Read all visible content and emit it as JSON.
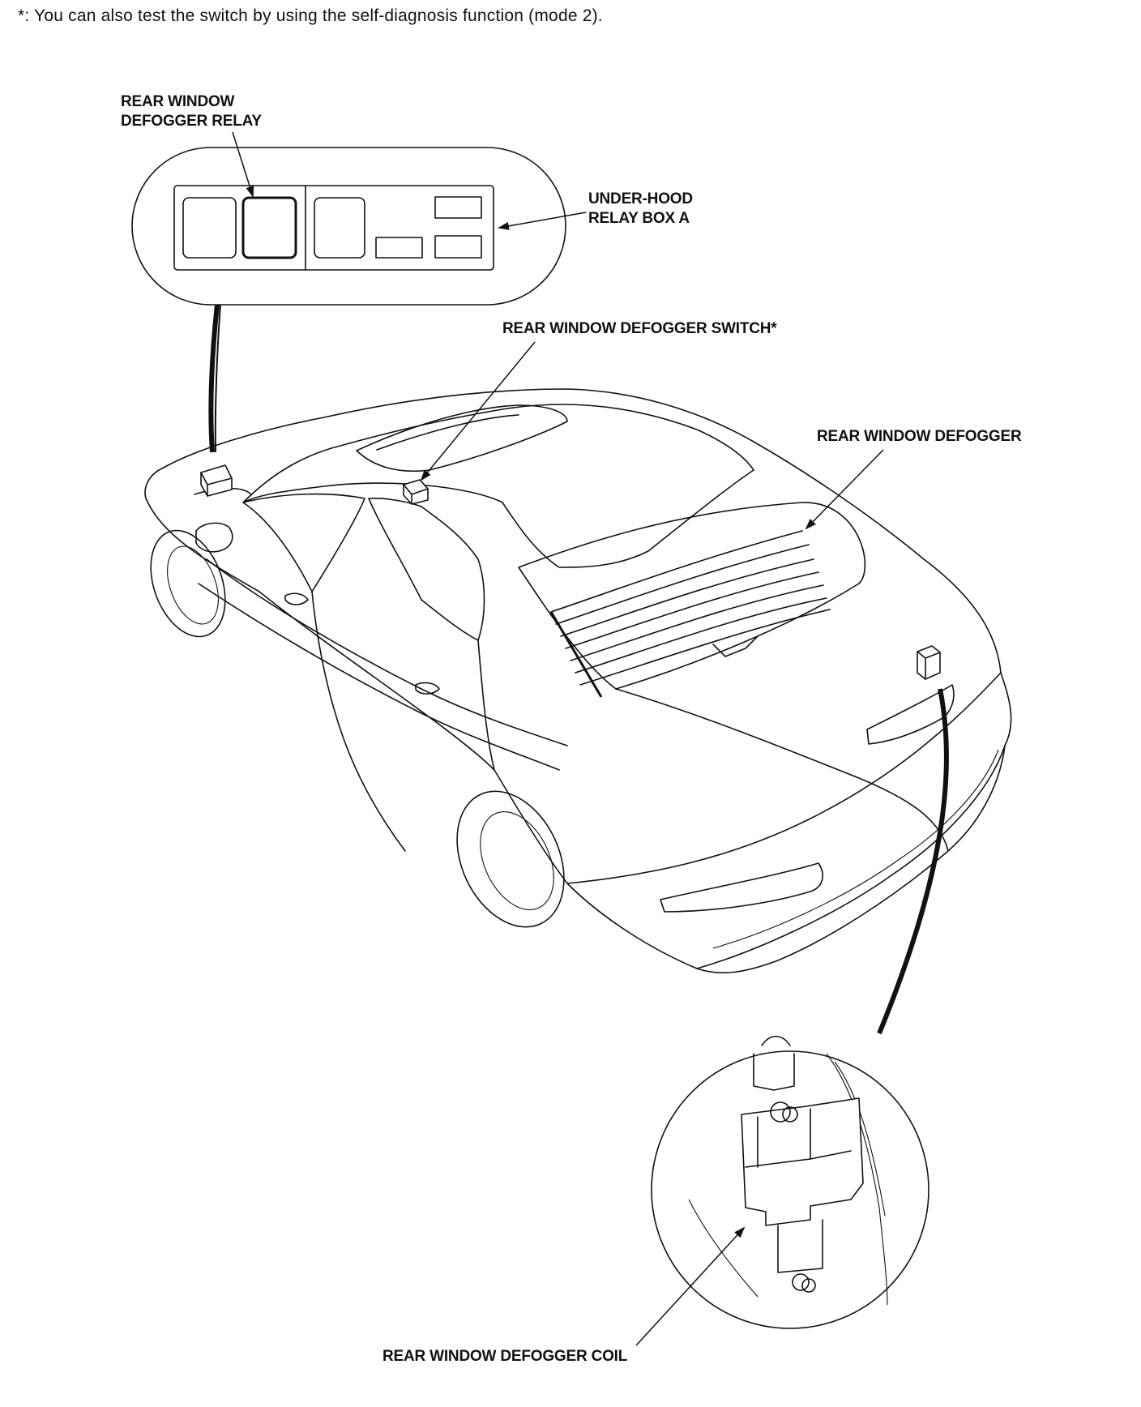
{
  "note": "*: You can also test the switch by using the self-diagnosis function (mode 2).",
  "labels": {
    "relay": "REAR WINDOW\nDEFOGGER RELAY",
    "relay_box": "UNDER-HOOD\nRELAY BOX A",
    "switch": "REAR WINDOW DEFOGGER SWITCH*",
    "defogger": "REAR WINDOW DEFOGGER",
    "coil": "REAR WINDOW DEFOGGER COIL"
  }
}
